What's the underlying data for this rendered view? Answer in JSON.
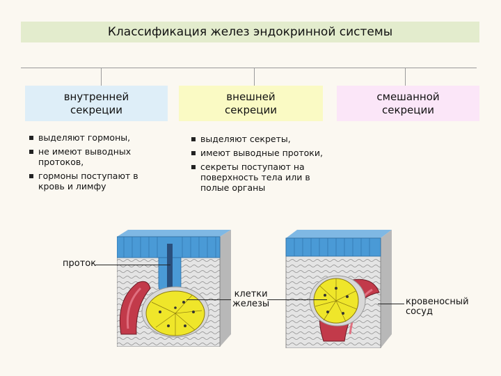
{
  "title": "Классификация желез эндокринной системы",
  "categories": [
    {
      "label": "внутренней\nсекреции",
      "color": "#deeef8"
    },
    {
      "label": "внешней\nсекреции",
      "color": "#fafac4"
    },
    {
      "label": "смешанной\nсекреции",
      "color": "#fbe6f8"
    }
  ],
  "internal_features": [
    "выделяют гормоны,",
    "не имеют выводных протоков,",
    "гормоны поступают в кровь и лимфу"
  ],
  "external_features": [
    "выделяют секреты,",
    "имеют выводные протоки,",
    "секреты поступают на поверхность тела или в полые органы"
  ],
  "labels": {
    "duct": "проток",
    "gland_cells": "клетки\nжелезы",
    "blood_vessel": "кровеносный\nсосуд"
  },
  "colors": {
    "epithelium": "#4a9ad6",
    "gland": "#efe62a",
    "vessel": "#c23a4a",
    "tissue": "#c8c8c8"
  }
}
